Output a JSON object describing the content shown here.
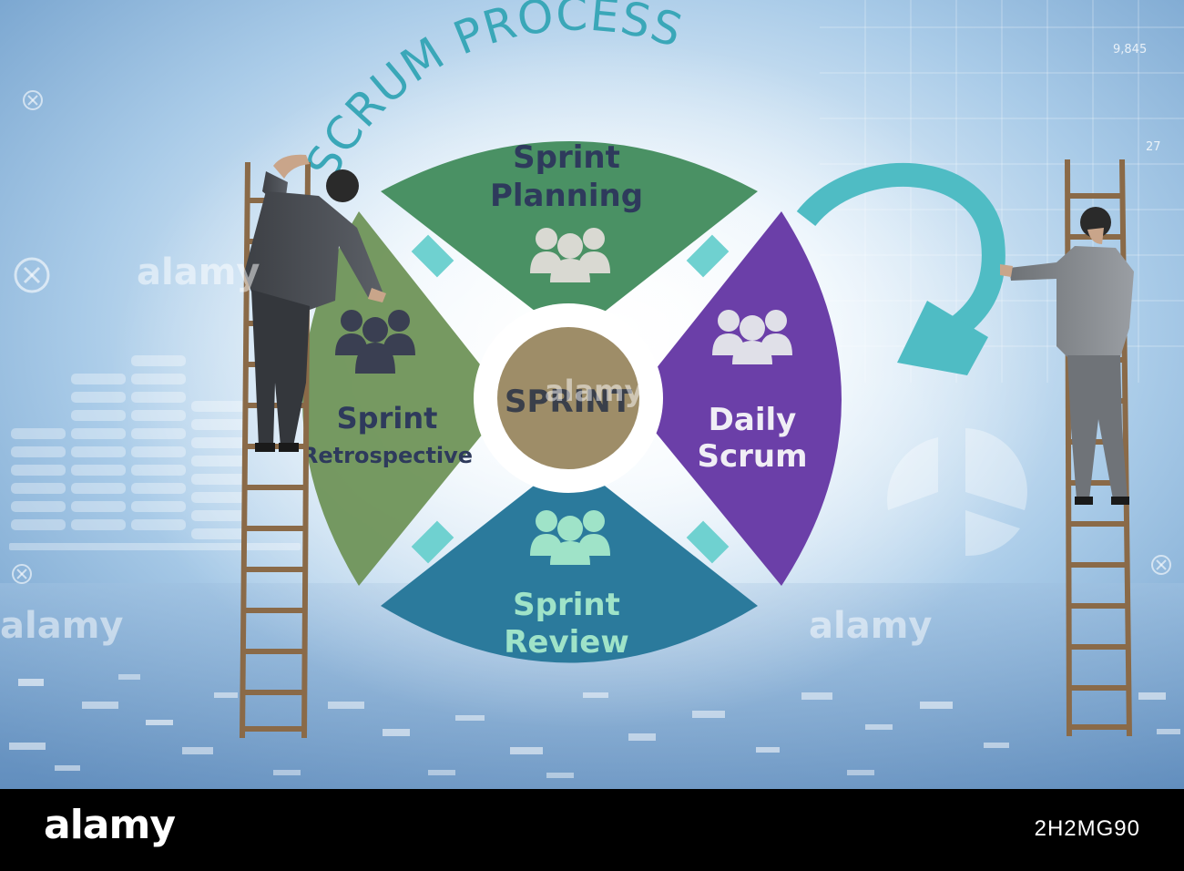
{
  "diagram": {
    "title": "SCRUM PROCESS",
    "center": "SPRINT",
    "segments": {
      "planning": {
        "line1": "Sprint",
        "line2": "Planning",
        "color": "#4a9164"
      },
      "daily": {
        "line1": "Daily",
        "line2": "Scrum",
        "color": "#6b3fa8"
      },
      "review": {
        "line1": "Sprint",
        "line2": "Review",
        "color": "#2b7a9c"
      },
      "retro": {
        "line1": "Sprint",
        "line2": "Retrospective",
        "color": "#6f9458"
      }
    },
    "center_color": "#9e8d68",
    "connector_color": "#6fd1d0",
    "arrow_color": "#4fbcc4"
  },
  "background": {
    "decor_number_1": "9,845",
    "decor_number_2": "27"
  },
  "watermark": {
    "label": "alamy"
  },
  "footer": {
    "brand": "alamy",
    "image_id": "2H2MG90"
  }
}
